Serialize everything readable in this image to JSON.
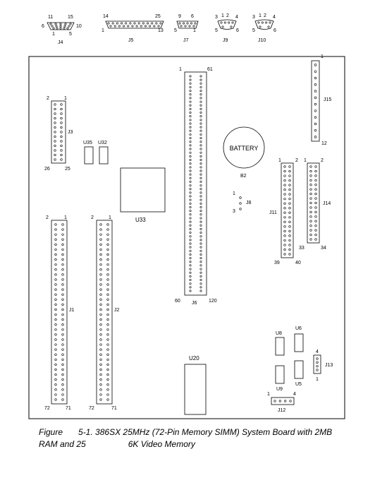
{
  "connectors": {
    "J4": {
      "label": "J4",
      "pins": [
        "11",
        "15",
        "6",
        "10",
        "1",
        "5"
      ]
    },
    "J5": {
      "label": "J5",
      "pins": [
        "14",
        "25",
        "1",
        "13"
      ]
    },
    "J7": {
      "label": "J7",
      "pins": [
        "9",
        "6",
        "5",
        "1"
      ]
    },
    "J9": {
      "label": "J9",
      "pins": [
        "3",
        "1",
        "2",
        "4",
        "5",
        "6"
      ]
    },
    "J10": {
      "label": "J10",
      "pins": [
        "3",
        "1",
        "2",
        "4",
        "5",
        "6"
      ]
    },
    "J15": {
      "label": "J15",
      "pins": [
        "1",
        "12"
      ]
    },
    "J3": {
      "label": "J3",
      "pins": [
        "2",
        "1",
        "26",
        "25"
      ]
    },
    "J6": {
      "label": "J6",
      "pins": [
        "1",
        "61",
        "60",
        "120"
      ]
    },
    "J8": {
      "label": "J8",
      "pins": [
        "1",
        "3"
      ]
    },
    "J11": {
      "label": "J11",
      "pins": [
        "1",
        "2",
        "39",
        "40"
      ]
    },
    "J14": {
      "label": "J14",
      "pins": [
        "1",
        "2",
        "33",
        "34"
      ]
    },
    "J1": {
      "label": "J1",
      "pins": [
        "2",
        "1",
        "72",
        "71"
      ]
    },
    "J2": {
      "label": "J2",
      "pins": [
        "2",
        "1",
        "72",
        "71"
      ]
    },
    "J13": {
      "label": "J13",
      "pins": [
        "4",
        "1"
      ]
    },
    "J12": {
      "label": "J12",
      "pins": [
        "1",
        "4"
      ]
    }
  },
  "chips": {
    "U35": "U35",
    "U32": "U32",
    "U33": "U33",
    "U20": "U20",
    "U8a": "U8",
    "U6": "U6",
    "U9": "U9",
    "U5": "U5"
  },
  "battery": {
    "text": "BATTERY",
    "label": "B2"
  },
  "caption": {
    "figure": "Figure",
    "number": "5-1.",
    "line1": "386SX 25MHz (72-Pin Memory SIMM) System Board with 2MB",
    "line2a": "RAM and 25",
    "line2b": "6K Video Memory"
  },
  "colors": {
    "line": "#000000",
    "background": "#ffffff"
  }
}
